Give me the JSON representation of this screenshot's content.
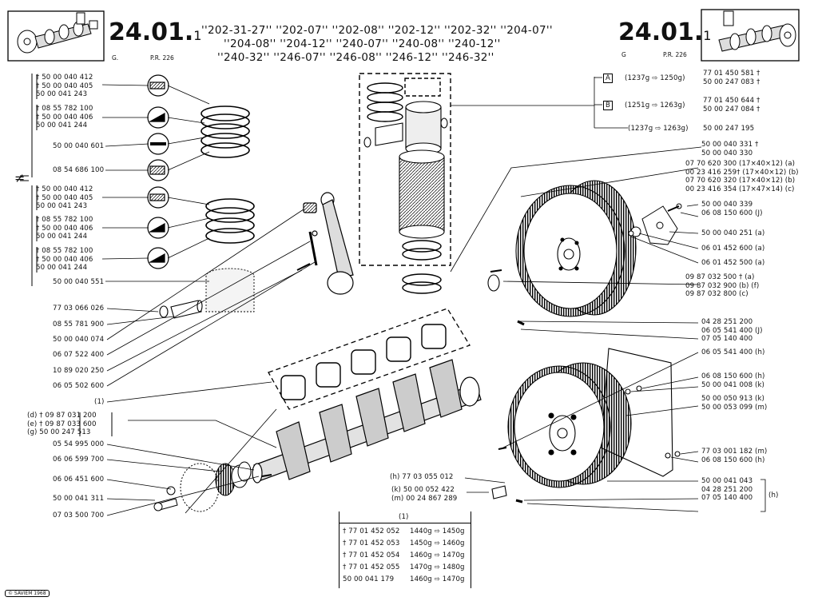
{
  "header": {
    "page_code": "24.01.1",
    "page_code_main": "24.01.",
    "page_code_sub": "1",
    "left_group_letter": "G.",
    "right_group_letter": "G",
    "pr_ref": "P.R. 226",
    "models_line1": "''202-31-27'' ''202-07'' ''202-08'' ''202-12'' ''202-32'' ''204-07''",
    "models_line2": "''204-08'' ''204-12'' ''240-07'' ''240-08'' ''240-12''",
    "models_line3": "''240-32'' ''246-07'' ''246-08'' ''246-12'' ''246-32''"
  },
  "left_column": [
    {
      "row": "l1",
      "lines": [
        "† 50 00 040 412",
        "† 50 00 040 405",
        "50 00 041 243"
      ]
    },
    {
      "row": "l2",
      "lines": [
        "† 08 55 782 100",
        "† 50 00 040 406",
        "50 00 041 244"
      ]
    },
    {
      "row": "l3",
      "lines": [
        "50 00 040 601"
      ]
    },
    {
      "row": "l4",
      "lines": [
        "08 54 686 100"
      ]
    },
    {
      "row": "l5",
      "lines": [
        "† 50 00 040 412",
        "† 50 00 040 405",
        "50 00 041 243"
      ]
    },
    {
      "row": "l6",
      "lines": [
        "† 08 55 782 100",
        "† 50 00 040 406",
        "50 00 041 244"
      ]
    },
    {
      "row": "l7",
      "lines": [
        "† 08 55 782 100",
        "† 50 00 040 406",
        "50 00 041 244"
      ]
    },
    {
      "row": "l8",
      "lines": [
        "50 00 040 551"
      ]
    },
    {
      "row": "l9",
      "lines": [
        "77 03 066 026"
      ]
    },
    {
      "row": "l10",
      "lines": [
        "08 55 781 900"
      ]
    },
    {
      "row": "l11",
      "lines": [
        "50 00 040 074"
      ]
    },
    {
      "row": "l12",
      "lines": [
        "06 07 522 400"
      ]
    },
    {
      "row": "l13",
      "lines": [
        "10 89 020 250"
      ]
    },
    {
      "row": "l14",
      "lines": [
        "06 05 502 600"
      ]
    },
    {
      "row": "l15",
      "lines": [
        "(1)"
      ]
    },
    {
      "row": "l16",
      "lines": [
        "(d) † 09 87 031 200",
        "(e) † 09 87 033 600",
        "(g) 50 00 247 513"
      ]
    },
    {
      "row": "l17",
      "lines": [
        "05 54 995 000"
      ]
    },
    {
      "row": "l18",
      "lines": [
        "06 06 599 700"
      ]
    },
    {
      "row": "l19",
      "lines": [
        "06 06 451 600"
      ]
    },
    {
      "row": "l20",
      "lines": [
        "50 00 041 311"
      ]
    },
    {
      "row": "l21",
      "lines": [
        "07 03 500 700"
      ]
    }
  ],
  "not_equal_symbol": "≠",
  "top_right": {
    "selector_a": "A",
    "selector_b": "B",
    "a_range": "(1237g ⇨ 1250g)",
    "b_range": "(1251g ⇨ 1263g)",
    "c_range": "(1237g ⇨ 1263g)",
    "a_parts": [
      "77 01 450 581 †",
      "50 00 247 083 †"
    ],
    "b_parts": [
      "77 01 450 644 †",
      "50 00 247 084 †"
    ],
    "c_part": "50 00 247 195"
  },
  "right_column": [
    {
      "row": "r1",
      "lines": [
        "50 00 040 331 †",
        "50 00 040 330"
      ]
    },
    {
      "row": "r2",
      "lines": [
        "07 70 620 300 (17×40×12) (a)",
        "00 23 416 259† (17×40×12) (b)",
        "07 70 620 320 (17×40×12) (b)",
        "00 23 416 354 (17×47×14) (c)"
      ]
    },
    {
      "row": "r3",
      "lines": [
        "50 00 040 339",
        "06 08 150 600 (J)"
      ]
    },
    {
      "row": "r4",
      "lines": [
        "50 00 040 251 (a)"
      ]
    },
    {
      "row": "r5",
      "lines": [
        "06 01 452 600 (a)"
      ]
    },
    {
      "row": "r6",
      "lines": [
        "06 01 452 500 (a)"
      ]
    },
    {
      "row": "r7",
      "lines": [
        "09 87 032 500 † (a)",
        "09 87 032 900 (b) (f)",
        "09 87 032 800 (c)"
      ]
    },
    {
      "row": "r8",
      "lines": [
        "04 28 251 200",
        "06 05 541 400 (J)",
        "07 05 140 400"
      ]
    },
    {
      "row": "r9",
      "lines": [
        "06 05 541 400 (h)"
      ]
    },
    {
      "row": "r10",
      "lines": [
        "06 08 150 600 (h)",
        "50 00 041 008 (k)"
      ]
    },
    {
      "row": "r11",
      "lines": [
        "50 00 050 913 (k)",
        "50 00 053 099 (m)"
      ]
    },
    {
      "row": "r12",
      "lines": [
        "77 03 001 182 (m)",
        "06 08 150 600 (h)"
      ]
    },
    {
      "row": "r13",
      "lines": [
        "50 00 041 043",
        "04 28 251 200",
        "07 05 140 400"
      ]
    },
    {
      "row": "r14",
      "lines": [
        "(h) 77 03 055 012"
      ]
    },
    {
      "row": "r15",
      "lines": [
        "(k) 50 00 052 422",
        "(m) 00 24 867 289"
      ]
    }
  ],
  "right_group_h": "(h)",
  "bearing_table": {
    "title": "(1)",
    "rows": [
      {
        "part": "† 77 01 452 052",
        "range": "1440g ⇨ 1450g"
      },
      {
        "part": "† 77 01 452 053",
        "range": "1450g ⇨ 1460g"
      },
      {
        "part": "† 77 01 452 054",
        "range": "1460g ⇨ 1470g"
      },
      {
        "part": "† 77 01 452 055",
        "range": "1470g ⇨ 1480g"
      },
      {
        "part": "50 00 041 179",
        "range": "1460g ⇨ 1470g"
      }
    ]
  },
  "copyright": "© SAVIEM 1968"
}
